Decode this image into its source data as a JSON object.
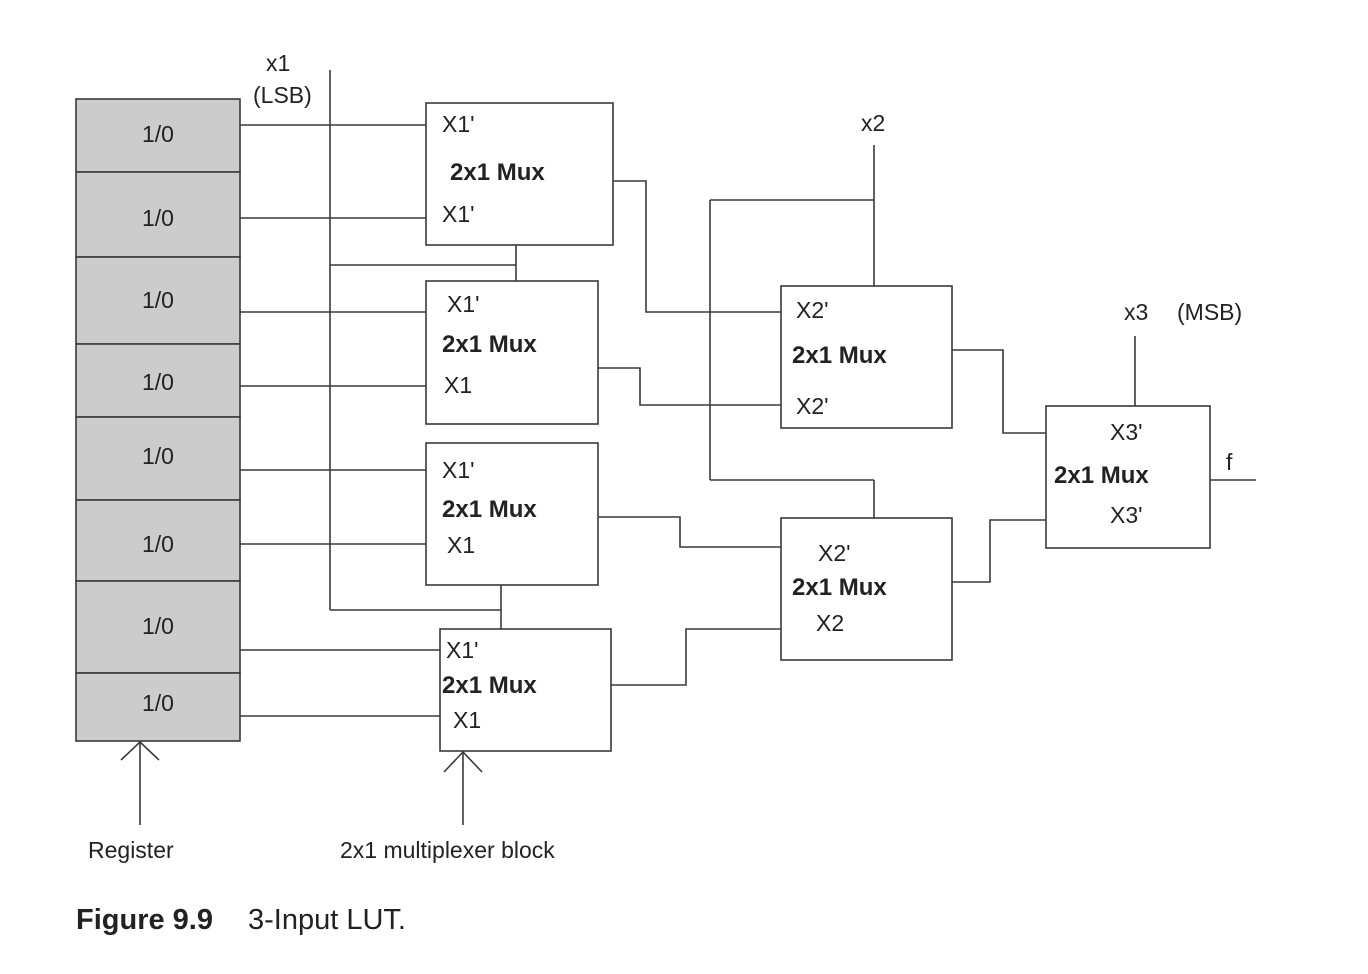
{
  "register": {
    "cells": [
      "1/0",
      "1/0",
      "1/0",
      "1/0",
      "1/0",
      "1/0",
      "1/0",
      "1/0"
    ],
    "label": "Register"
  },
  "inputs": {
    "x1": "x1",
    "x1_note": "(LSB)",
    "x2": "x2",
    "x3": "x3",
    "x3_note": "(MSB)"
  },
  "muxes": {
    "stage1": [
      {
        "title": "2x1 Mux",
        "top": "X1'",
        "bottom": "X1'"
      },
      {
        "title": "2x1 Mux",
        "top": "X1'",
        "bottom": "X1"
      },
      {
        "title": "2x1 Mux",
        "top": "X1'",
        "bottom": "X1"
      },
      {
        "title": "2x1 Mux",
        "top": "X1'",
        "bottom": "X1"
      }
    ],
    "stage2": [
      {
        "title": "2x1 Mux",
        "top": "X2'",
        "bottom": "X2'"
      },
      {
        "title": "2x1 Mux",
        "top": "X2'",
        "bottom": "X2"
      }
    ],
    "stage3": {
      "title": "2x1 Mux",
      "top": "X3'",
      "bottom": "X3'"
    }
  },
  "output": "f",
  "mux_block_label": "2x1 multiplexer block",
  "caption": {
    "number": "Figure 9.9",
    "text": "3-Input LUT."
  }
}
